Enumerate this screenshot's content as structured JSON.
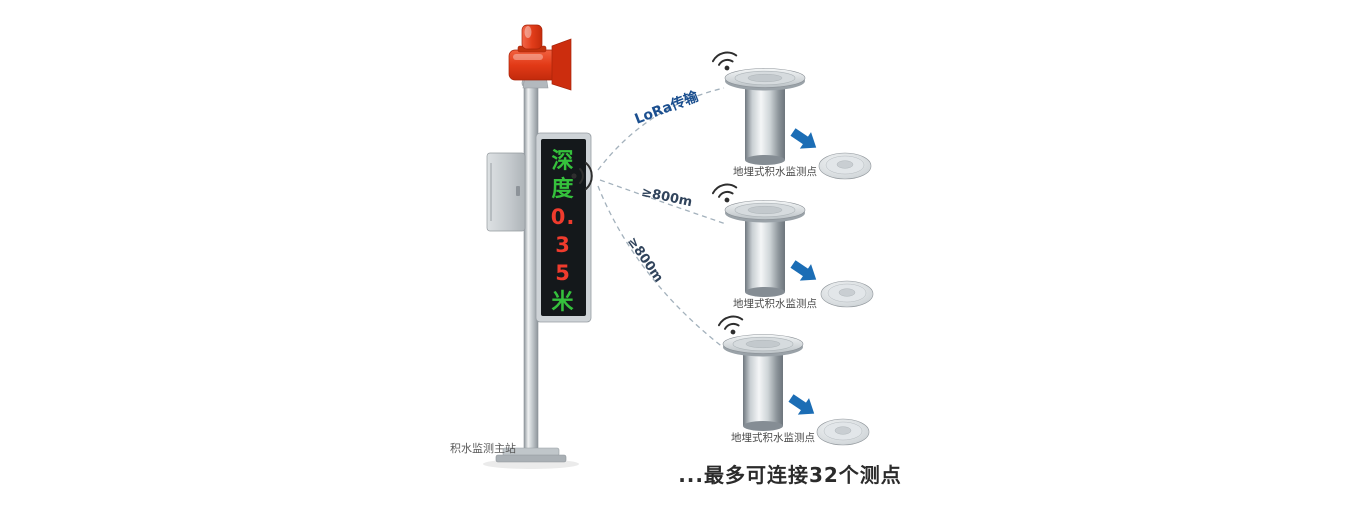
{
  "main_station": {
    "label": "积水监测主站",
    "display_rows": [
      {
        "text": "深",
        "color": "green"
      },
      {
        "text": "度",
        "color": "green"
      },
      {
        "text": "0.",
        "color": "red"
      },
      {
        "text": "3",
        "color": "red"
      },
      {
        "text": "5",
        "color": "red"
      },
      {
        "text": "米",
        "color": "green"
      }
    ]
  },
  "links": [
    {
      "label": "LoRa传输"
    },
    {
      "label": "≥800m"
    },
    {
      "label": "≥800m"
    }
  ],
  "sensors": [
    {
      "label": "地埋式积水监测点"
    },
    {
      "label": "地埋式积水监测点"
    },
    {
      "label": "地埋式积水监测点"
    }
  ],
  "footer": "...最多可连接32个测点",
  "colors": {
    "led_green": "#35c13c",
    "led_red": "#ef3b2d",
    "alarm_red": "#d52e0e",
    "arrow_blue": "#1b6db5",
    "link_line": "#a3b1bc",
    "lora_label": "#1b4f8f",
    "distance_label": "#31445c",
    "footer_text": "#2b2b2b"
  }
}
